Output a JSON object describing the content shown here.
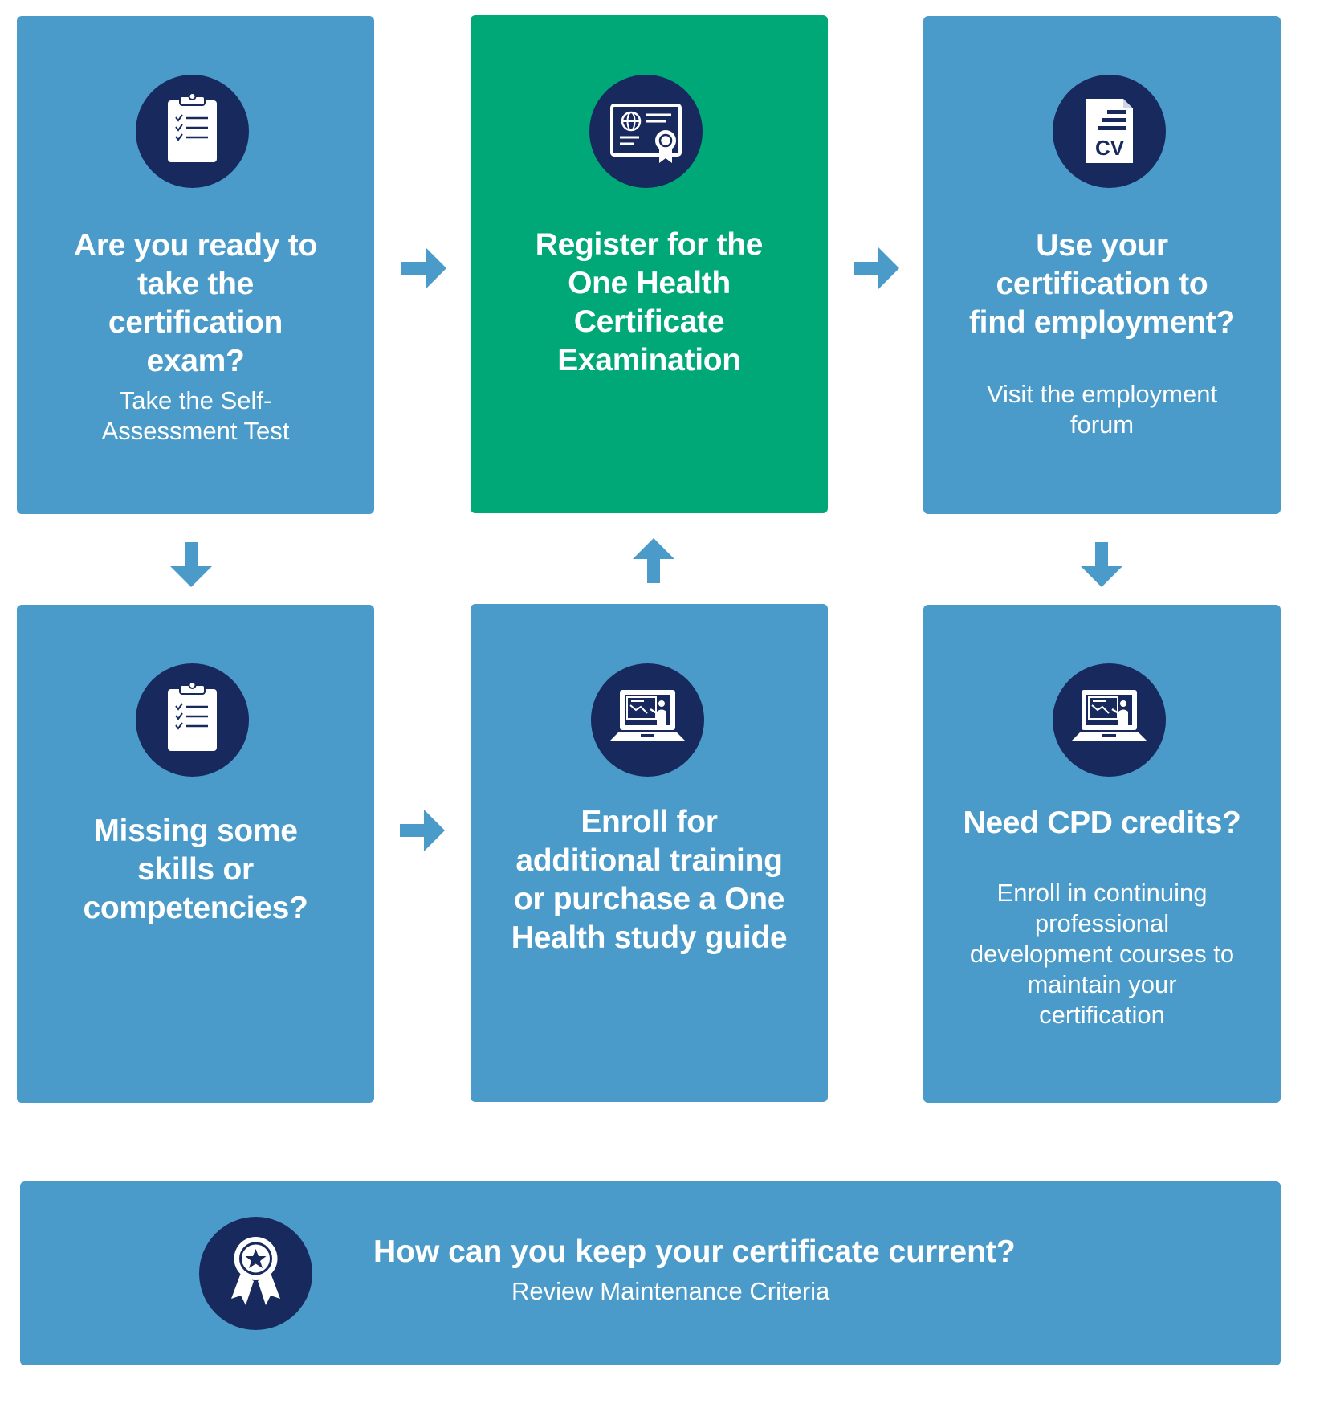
{
  "colors": {
    "card_blue": "#4a9bc9",
    "card_green": "#00a878",
    "icon_navy": "#18295e",
    "arrow": "#4a9bc9"
  },
  "cards": {
    "self_assessment": {
      "icon": "clipboard-checklist-icon",
      "title": "Are you ready to take the certification exam?",
      "sub": "Take the Self-Assessment Test"
    },
    "register": {
      "icon": "certificate-icon",
      "title": "Register for the One Health Certificate Examination"
    },
    "employment": {
      "icon": "cv-document-icon",
      "title": "Use your certification to find employment?",
      "sub": "Visit the employment forum"
    },
    "missing_skills": {
      "icon": "clipboard-checklist-icon",
      "title": "Missing some skills or competencies?"
    },
    "training": {
      "icon": "laptop-presentation-icon",
      "title": "Enroll for additional training or purchase a One Health study guide"
    },
    "cpd": {
      "icon": "laptop-presentation-icon",
      "title": "Need CPD credits?",
      "sub": "Enroll in continuing professional development courses to maintain your certification"
    }
  },
  "maintenance": {
    "icon": "award-ribbon-icon",
    "title": "How can you keep your certificate current?",
    "sub": "Review Maintenance Criteria"
  }
}
